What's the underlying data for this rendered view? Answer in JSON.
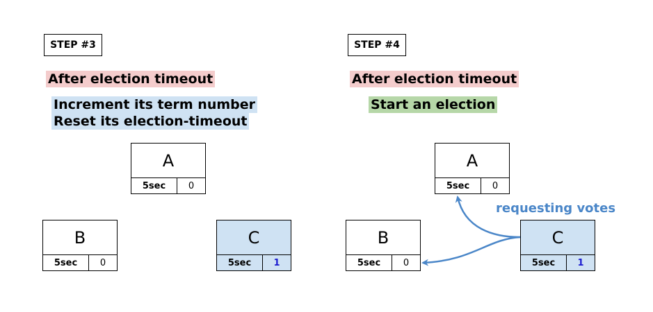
{
  "panels": [
    {
      "step": "STEP #3",
      "lines": {
        "after": "After election timeout",
        "increment": "Increment its term number",
        "reset": "Reset its election-timeout"
      },
      "nodes": [
        {
          "name": "A",
          "timeout": "5sec",
          "term": "0"
        },
        {
          "name": "B",
          "timeout": "5sec",
          "term": "0"
        },
        {
          "name": "C",
          "timeout": "5sec",
          "term": "1"
        }
      ]
    },
    {
      "step": "STEP #4",
      "lines": {
        "after": "After election timeout",
        "start": "Start an election"
      },
      "nodes": [
        {
          "name": "A",
          "timeout": "5sec",
          "term": "0"
        },
        {
          "name": "B",
          "timeout": "5sec",
          "term": "0"
        },
        {
          "name": "C",
          "timeout": "5sec",
          "term": "1"
        }
      ],
      "arrow_caption": "requesting votes"
    }
  ],
  "colors": {
    "red_highlight": "#f4cccc",
    "blue_highlight": "#cfe2f3",
    "green_highlight": "#b6d7a8",
    "arrow": "#4a86c8",
    "changed_term": "#1a1ad0"
  }
}
